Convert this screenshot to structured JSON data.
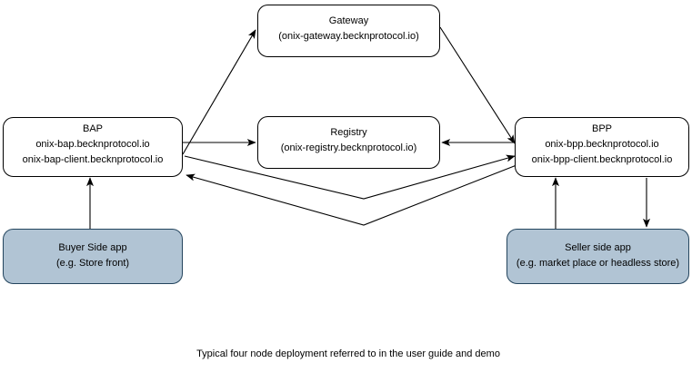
{
  "diagram": {
    "caption": "Typical four node deployment referred to in the user guide and demo",
    "colors": {
      "app_box_fill": "#b1c4d4",
      "app_box_stroke": "#23445d",
      "node_box_fill": "#ffffff",
      "node_box_stroke": "#000000",
      "edge_stroke": "#000000",
      "background": "#ffffff"
    },
    "nodes": {
      "gateway": {
        "line1": "Gateway",
        "line2": "(onix-gateway.becknprotocol.io)"
      },
      "bap": {
        "line1": "BAP",
        "line2": "onix-bap.becknprotocol.io",
        "line3": "onix-bap-client.becknprotocol.io"
      },
      "registry": {
        "line1": "Registry",
        "line2": "(onix-registry.becknprotocol.io)"
      },
      "bpp": {
        "line1": "BPP",
        "line2": "onix-bpp.becknprotocol.io",
        "line3": "onix-bpp-client.becknprotocol.io"
      },
      "buyer_app": {
        "line1": "Buyer Side app",
        "line2": "(e.g. Store front)"
      },
      "seller_app": {
        "line1": "Seller side app",
        "line2": "(e.g. market place or headless store)"
      }
    },
    "edges": [
      {
        "name": "bap-to-gateway",
        "from": "BAP",
        "to": "Gateway",
        "direction": "one-way"
      },
      {
        "name": "gateway-to-bpp",
        "from": "Gateway",
        "to": "BPP",
        "direction": "one-way"
      },
      {
        "name": "bap-to-registry",
        "from": "BAP",
        "to": "Registry",
        "direction": "one-way"
      },
      {
        "name": "bpp-to-registry",
        "from": "BPP",
        "to": "Registry",
        "direction": "one-way"
      },
      {
        "name": "bap-to-bpp",
        "from": "BAP",
        "to": "BPP",
        "direction": "one-way"
      },
      {
        "name": "bpp-to-bap",
        "from": "BPP",
        "to": "BAP",
        "direction": "one-way"
      },
      {
        "name": "buyer-app-to-bap",
        "from": "Buyer Side app",
        "to": "BAP",
        "direction": "one-way"
      },
      {
        "name": "seller-app-to-bpp",
        "from": "Seller side app",
        "to": "BPP",
        "direction": "one-way"
      },
      {
        "name": "bpp-to-seller-app",
        "from": "BPP",
        "to": "Seller side app",
        "direction": "one-way"
      }
    ]
  }
}
